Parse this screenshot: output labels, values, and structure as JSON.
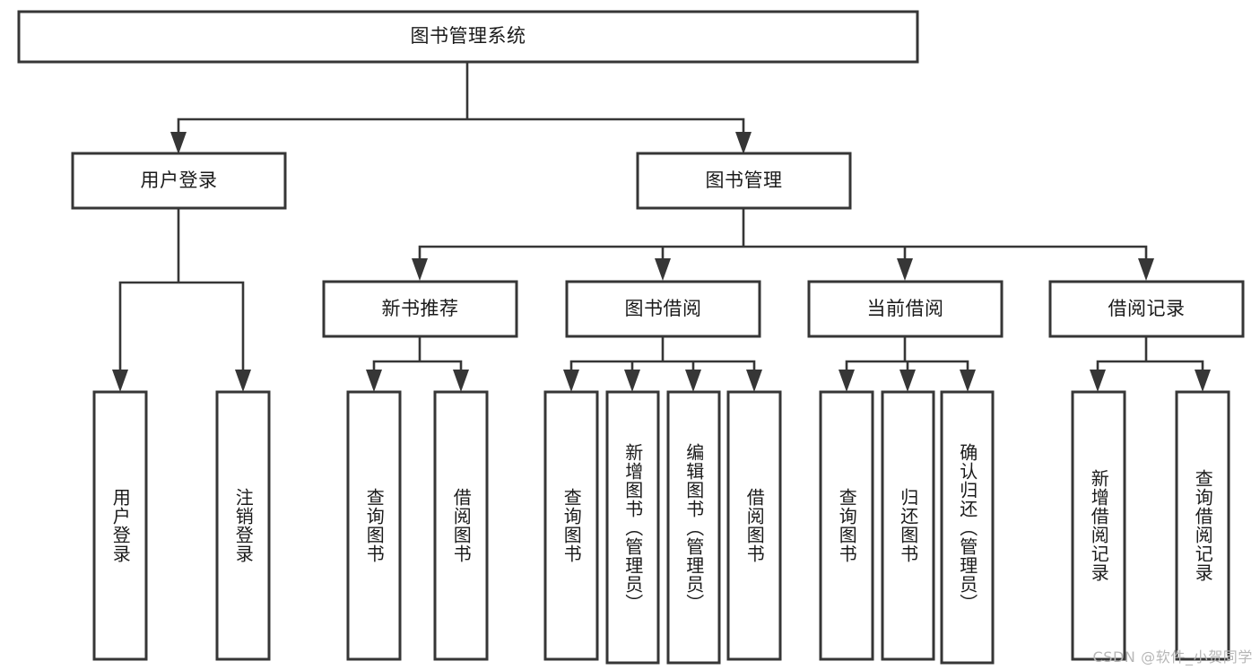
{
  "diagram": {
    "type": "hierarchy-tree",
    "title": "图书管理系统",
    "watermark": "CSDN @软件_小贺同学",
    "colors": {
      "stroke": "#363636",
      "fill": "#ffffff",
      "text": "#1a1a1a",
      "watermark": "#b7b7b7"
    },
    "nodes": {
      "root": {
        "label": "图书管理系统",
        "orientation": "horizontal"
      },
      "level2": [
        {
          "id": "user-login",
          "label": "用户登录",
          "orientation": "horizontal"
        },
        {
          "id": "book-management",
          "label": "图书管理",
          "orientation": "horizontal"
        }
      ],
      "level3": [
        {
          "id": "new-book-recommend",
          "label": "新书推荐",
          "orientation": "horizontal"
        },
        {
          "id": "book-borrow",
          "label": "图书借阅",
          "orientation": "horizontal"
        },
        {
          "id": "current-borrow",
          "label": "当前借阅",
          "orientation": "horizontal"
        },
        {
          "id": "borrow-record",
          "label": "借阅记录",
          "orientation": "horizontal"
        }
      ],
      "leaves": {
        "user-login": [
          {
            "id": "leaf-user-login",
            "label": "用户登录",
            "orientation": "vertical"
          },
          {
            "id": "leaf-logout",
            "label": "注销登录",
            "orientation": "vertical"
          }
        ],
        "new-book-recommend": [
          {
            "id": "leaf-query-book-1",
            "label": "查询图书",
            "orientation": "vertical"
          },
          {
            "id": "leaf-borrow-book-1",
            "label": "借阅图书",
            "orientation": "vertical"
          }
        ],
        "book-borrow": [
          {
            "id": "leaf-query-book-2",
            "label": "查询图书",
            "orientation": "vertical"
          },
          {
            "id": "leaf-add-book",
            "label": "新增图书（管理员）",
            "orientation": "vertical"
          },
          {
            "id": "leaf-edit-book",
            "label": "编辑图书（管理员）",
            "orientation": "vertical"
          },
          {
            "id": "leaf-borrow-book-2",
            "label": "借阅图书",
            "orientation": "vertical"
          }
        ],
        "current-borrow": [
          {
            "id": "leaf-query-book-3",
            "label": "查询图书",
            "orientation": "vertical"
          },
          {
            "id": "leaf-return-book",
            "label": "归还图书",
            "orientation": "vertical"
          },
          {
            "id": "leaf-confirm-return",
            "label": "确认归还（管理员）",
            "orientation": "vertical"
          }
        ],
        "borrow-record": [
          {
            "id": "leaf-add-record",
            "label": "新增借阅记录",
            "orientation": "vertical"
          },
          {
            "id": "leaf-query-record",
            "label": "查询借阅记录",
            "orientation": "vertical"
          }
        ]
      }
    }
  }
}
